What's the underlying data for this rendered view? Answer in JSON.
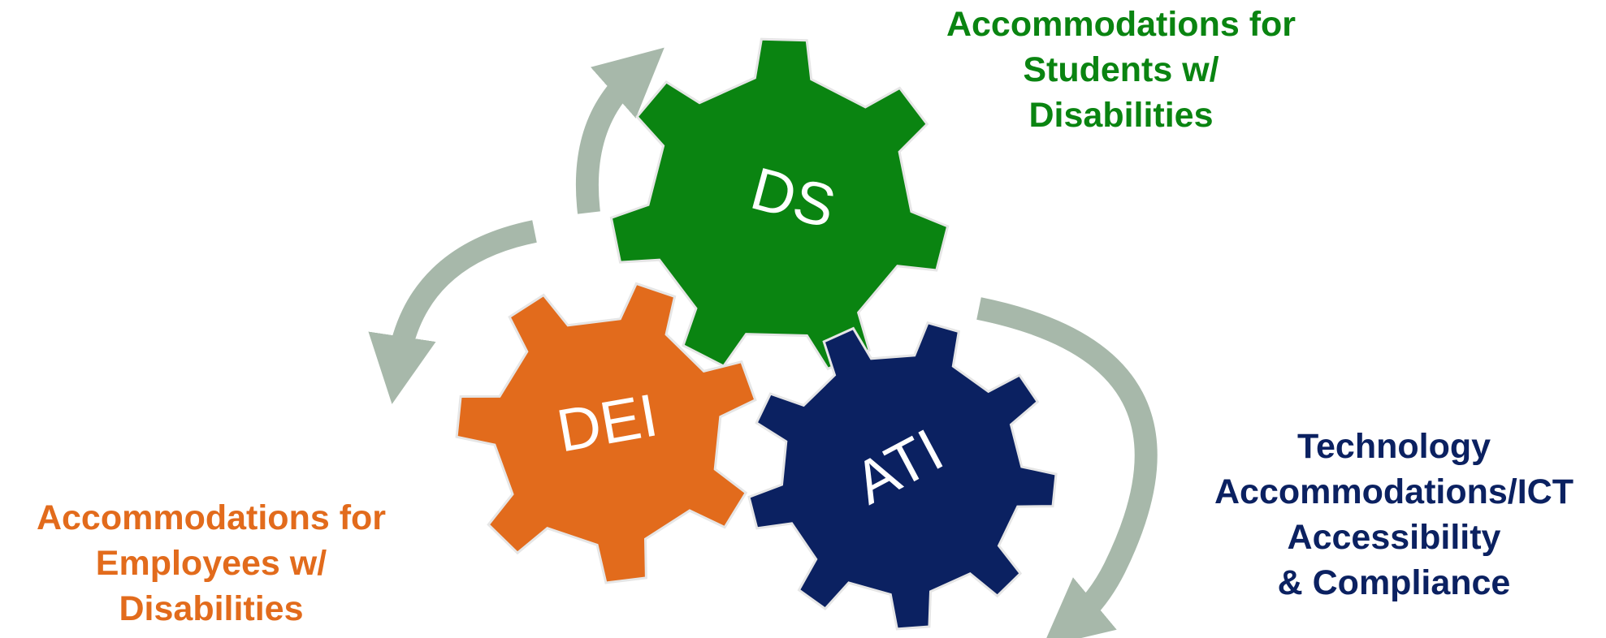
{
  "colors": {
    "ds": "#0a8411",
    "dei": "#e26b1c",
    "ati": "#0b2161",
    "arrow": "#a7b8aa",
    "gear_outline": "#e6e6e6"
  },
  "gears": {
    "ds": {
      "label": "DS"
    },
    "dei": {
      "label": "DEI"
    },
    "ati": {
      "label": "ATI"
    }
  },
  "captions": {
    "ds": {
      "lines": [
        "Accommodations for",
        "Students w/",
        "Disabilities"
      ]
    },
    "dei": {
      "lines": [
        "Accommodations for",
        "Employees w/",
        "Disabilities"
      ]
    },
    "ati": {
      "lines": [
        "Technology",
        "Accommodations/ICT",
        "Accessibility",
        "& Compliance"
      ]
    }
  }
}
